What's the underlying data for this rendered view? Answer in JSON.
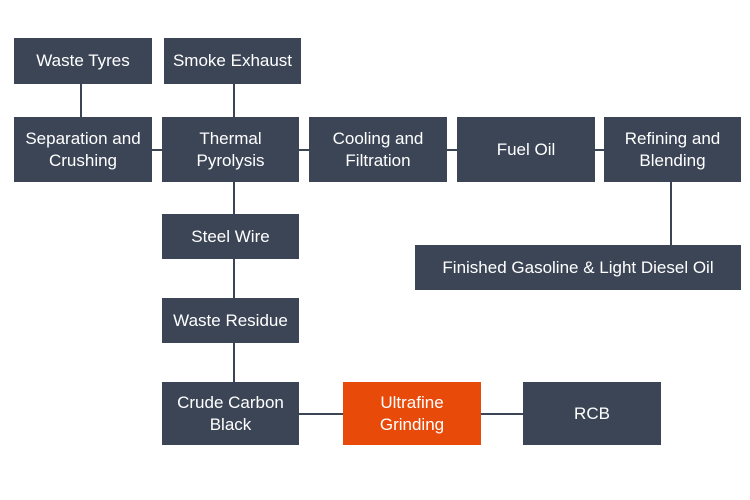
{
  "diagram": {
    "title": "Waste Tyre Pyrolysis Process Flow",
    "colors": {
      "node": "#3c4556",
      "highlight": "#e84a0a",
      "text": "#ffffff",
      "connector": "#3c4556"
    },
    "nodes": {
      "waste_tyres": "Waste Tyres",
      "smoke_exhaust": "Smoke Exhaust",
      "separation_crushing": "Separation and Crushing",
      "thermal_pyrolysis": "Thermal Pyrolysis",
      "cooling_filtration": "Cooling and Filtration",
      "fuel_oil": "Fuel Oil",
      "refining_blending": "Refining and Blending",
      "finished_gasoline": "Finished Gasoline & Light Diesel Oil",
      "steel_wire": "Steel Wire",
      "waste_residue": "Waste Residue",
      "crude_carbon_black": "Crude Carbon Black",
      "ultrafine_grinding": "Ultrafine Grinding",
      "rcb": "RCB"
    },
    "highlighted_node": "ultrafine_grinding",
    "edges": [
      [
        "waste_tyres",
        "separation_crushing"
      ],
      [
        "separation_crushing",
        "thermal_pyrolysis"
      ],
      [
        "smoke_exhaust",
        "thermal_pyrolysis"
      ],
      [
        "thermal_pyrolysis",
        "cooling_filtration"
      ],
      [
        "cooling_filtration",
        "fuel_oil"
      ],
      [
        "fuel_oil",
        "refining_blending"
      ],
      [
        "refining_blending",
        "finished_gasoline"
      ],
      [
        "thermal_pyrolysis",
        "steel_wire"
      ],
      [
        "steel_wire",
        "waste_residue"
      ],
      [
        "waste_residue",
        "crude_carbon_black"
      ],
      [
        "crude_carbon_black",
        "ultrafine_grinding"
      ],
      [
        "ultrafine_grinding",
        "rcb"
      ]
    ]
  }
}
